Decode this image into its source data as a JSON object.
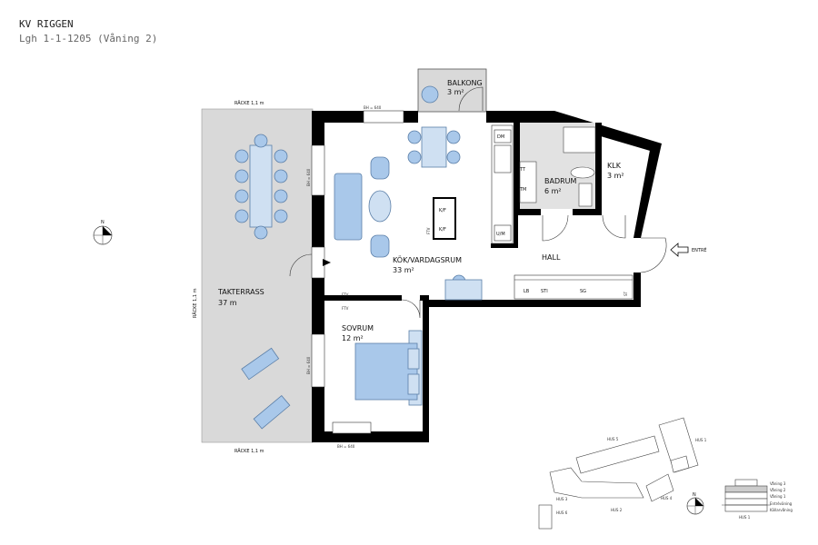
{
  "header": {
    "title": "KV RIGGEN",
    "subtitle": "Lgh 1-1-1205 (Våning 2)"
  },
  "rooms": {
    "balkong": {
      "name": "BALKONG",
      "area": "3 m²"
    },
    "kok": {
      "name": "KÖK/VARDAGSRUM",
      "area": "33 m²"
    },
    "badrum": {
      "name": "BADRUM",
      "area": "6 m²"
    },
    "klk": {
      "name": "KLK",
      "area": "3 m²"
    },
    "hall": {
      "name": "HALL"
    },
    "sovrum": {
      "name": "SOVRUM",
      "area": "12 m²"
    },
    "takterrass": {
      "name": "TAKTERRASS",
      "area": "37 m"
    }
  },
  "annotations": {
    "racke_top": "RÄCKE 1,1 m",
    "racke_bottom": "RÄCKE 1,1 m",
    "racke_left": "RÄCKE 1,1 m",
    "bh_top": "BH = 640",
    "bh_left1": "BH = 640",
    "bh_left2": "BH = 640",
    "bh_bottom": "BH = 640",
    "ftv1": "FTV",
    "ftv2": "FTV",
    "ftv3": "FTV",
    "kf1": "K/F",
    "kf2": "K/F",
    "dm": "DM",
    "um": "U/M",
    "tt": "TT",
    "tm": "TM",
    "lb": "LB",
    "sti": "STI",
    "sg": "SG",
    "st": "ST",
    "entre": "ENTRÉ"
  },
  "compass": {
    "label": "N"
  },
  "site_plan": {
    "labels": [
      "HUS 5",
      "HUS 1",
      "HUS 3",
      "HUS 2",
      "HUS 4",
      "HUS 6"
    ]
  },
  "section": {
    "levels": [
      "Våning 3",
      "Våning 2",
      "Våning 1",
      "Entréväning",
      "Källarvåning"
    ],
    "label": "HUS 1",
    "highlight": "Våning 2"
  },
  "colors": {
    "furniture": "#a9c8ea",
    "terrace": "#d9d9d9",
    "wall": "#000000"
  }
}
